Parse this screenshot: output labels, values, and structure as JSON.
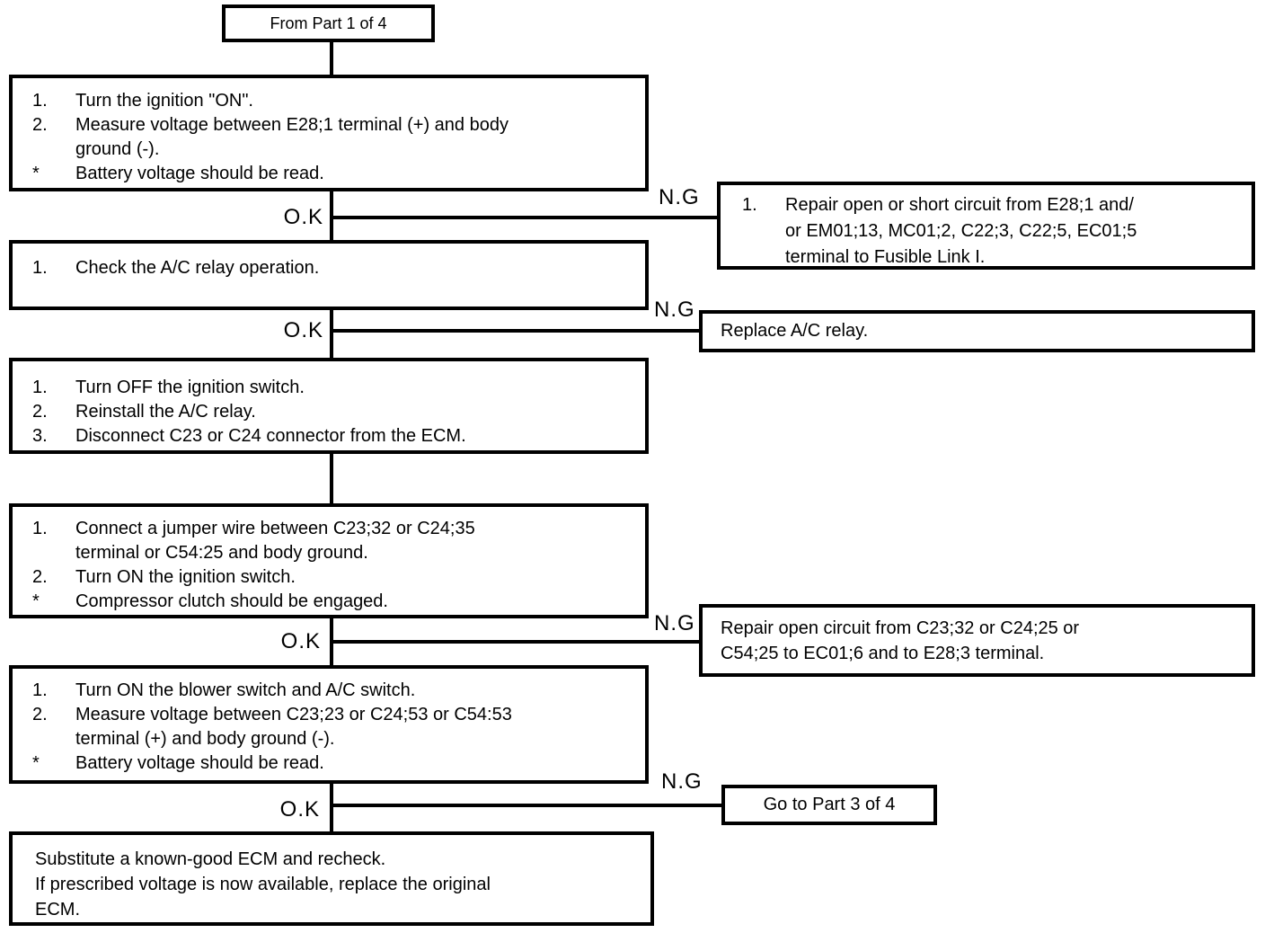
{
  "flow": {
    "start": "From Part 1 of 4",
    "ok": "O.K",
    "ng": "N.G",
    "step1": {
      "rows": [
        {
          "m": "1.",
          "t": "Turn the ignition \"ON\"."
        },
        {
          "m": "2.",
          "t": "Measure voltage between E28;1 terminal (+) and body"
        },
        {
          "m": "",
          "t": "ground (-)."
        },
        {
          "m": "*",
          "t": "Battery voltage should be read."
        }
      ]
    },
    "ng1": {
      "rows": [
        {
          "m": "1.",
          "t": "Repair open or short circuit from E28;1 and/"
        },
        {
          "m": "",
          "t": "or EM01;13, MC01;2, C22;3, C22;5, EC01;5"
        },
        {
          "m": "",
          "t": "terminal to Fusible Link I."
        }
      ]
    },
    "step2": {
      "rows": [
        {
          "m": "1.",
          "t": "Check the A/C relay operation."
        }
      ]
    },
    "ng2": {
      "text": "Replace A/C relay."
    },
    "step3": {
      "rows": [
        {
          "m": "1.",
          "t": "Turn OFF the ignition switch."
        },
        {
          "m": "2.",
          "t": "Reinstall the A/C relay."
        },
        {
          "m": "3.",
          "t": "Disconnect C23 or C24 connector from the ECM."
        }
      ]
    },
    "step4": {
      "rows": [
        {
          "m": "1.",
          "t": "Connect a jumper wire between C23;32 or C24;35"
        },
        {
          "m": "",
          "t": "terminal or C54:25 and body ground."
        },
        {
          "m": "2.",
          "t": "Turn ON the ignition switch."
        },
        {
          "m": "*",
          "t": "Compressor clutch should be engaged."
        }
      ]
    },
    "ng3": {
      "rows": [
        {
          "m": "",
          "t": "Repair open circuit from C23;32 or C24;25 or"
        },
        {
          "m": "",
          "t": "C54;25 to EC01;6 and to E28;3 terminal."
        }
      ]
    },
    "step5": {
      "rows": [
        {
          "m": "1.",
          "t": "Turn ON the blower switch and A/C switch."
        },
        {
          "m": "2.",
          "t": "Measure voltage between C23;23 or C24;53 or C54:53"
        },
        {
          "m": "",
          "t": "terminal (+) and body ground (-)."
        },
        {
          "m": "*",
          "t": "Battery voltage should be read."
        }
      ]
    },
    "ng4": {
      "text": "Go to Part 3 of 4"
    },
    "final": {
      "rows": [
        {
          "m": "",
          "t": "Substitute a known-good ECM and recheck."
        },
        {
          "m": "",
          "t": "If prescribed voltage is now available, replace the original"
        },
        {
          "m": "",
          "t": "ECM."
        }
      ]
    }
  }
}
